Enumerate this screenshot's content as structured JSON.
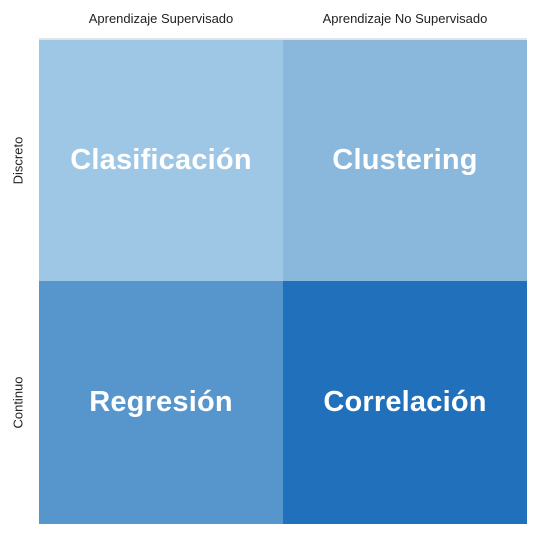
{
  "columns": [
    {
      "label": "Aprendizaje Supervisado"
    },
    {
      "label": "Aprendizaje No Supervisado"
    }
  ],
  "rows": [
    {
      "label": "Discreto"
    },
    {
      "label": "Continuo"
    }
  ],
  "cells": [
    {
      "label": "Clasificación",
      "color": "#9ec7e6"
    },
    {
      "label": "Clustering",
      "color": "#8ab7dc"
    },
    {
      "label": "Regresión",
      "color": "#5796cd"
    },
    {
      "label": "Correlación",
      "color": "#2170bb"
    }
  ]
}
